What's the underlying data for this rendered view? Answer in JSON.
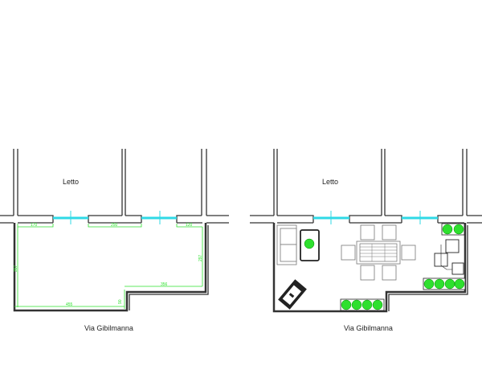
{
  "plans": [
    {
      "id": "before",
      "room_label": "Letto",
      "street_label": "Via Gibilmanna",
      "dimensions": [
        "170",
        "250",
        "120",
        "357",
        "297",
        "356",
        "455",
        "90"
      ]
    },
    {
      "id": "after",
      "room_label": "Letto",
      "street_label": "Via Gibilmanna"
    }
  ],
  "colors": {
    "wall": "#333333",
    "window": "#2fd9e6",
    "dimension": "#2ee02e",
    "plant": "#2ee02e"
  }
}
